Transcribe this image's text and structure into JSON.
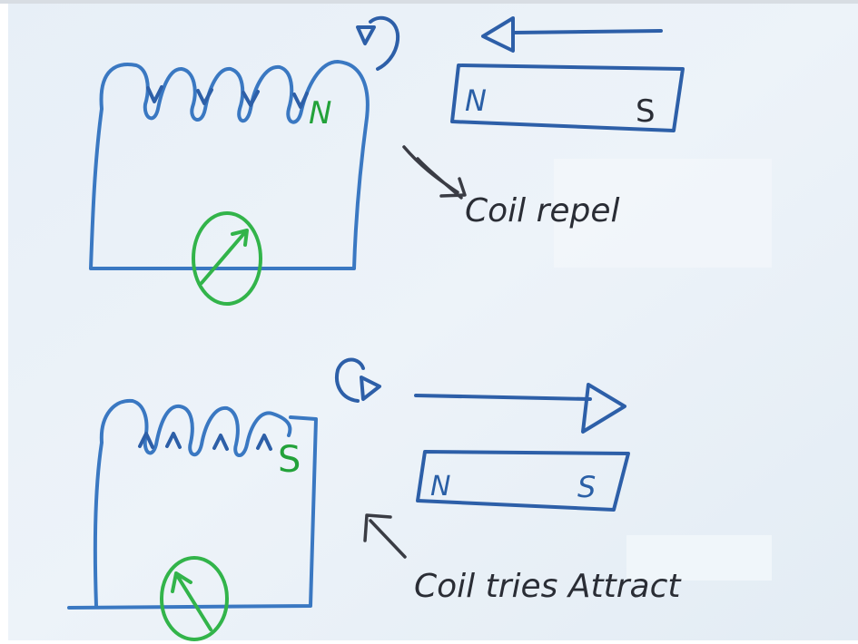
{
  "top_panel": {
    "magnet": {
      "north": "N",
      "south": "S"
    },
    "coil_pole": "N",
    "caption": "Coil repel"
  },
  "bottom_panel": {
    "magnet": {
      "north": "N",
      "south": "S"
    },
    "coil_pole": "S",
    "caption": "Coil tries Attract"
  },
  "colors": {
    "paper": "#e9f1f8",
    "ink_blue": "#3a78c2",
    "ink_navy": "#2d5fa8",
    "ink_green": "#32b44a",
    "ink_dark": "#3a3c44"
  }
}
